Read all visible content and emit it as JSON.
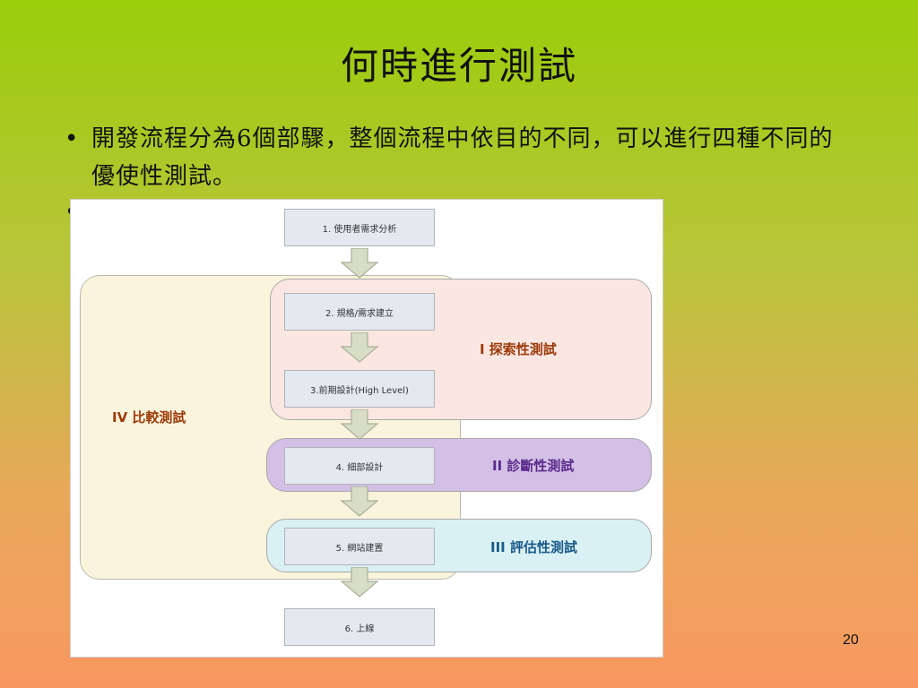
{
  "slide": {
    "title": "何時進行測試",
    "bullets": [
      "開發流程分為6個部驟，整個流程中依目的不同，可以進行四種不同的優使性測試。"
    ],
    "bullet_marker": "•",
    "page_number": "20"
  },
  "diagram": {
    "steps": [
      "1. 使用者需求分析",
      "2. 規格/需求建立",
      "3.前期設計(High Level)",
      "4. 細部設計",
      "5. 網站建置",
      "6. 上線"
    ],
    "regions": [
      {
        "label": "I 探索性測試"
      },
      {
        "label": "II 診斷性測試"
      },
      {
        "label": "III 評估性測試"
      },
      {
        "label": "IV 比較測試"
      }
    ]
  },
  "colors": {
    "region_iv": "#fbf4dc",
    "region_i": "#fbe6e1",
    "region_ii": "#d4bfe6",
    "region_iii": "#d9f1f4",
    "step_box": "#e4e8ef",
    "arrow_fill": "#d8dec6"
  }
}
